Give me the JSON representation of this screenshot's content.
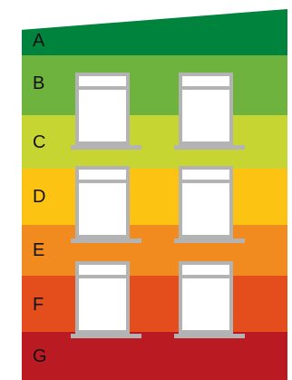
{
  "energy_rating": {
    "bands": [
      {
        "label": "A",
        "color": "#00843d"
      },
      {
        "label": "B",
        "color": "#6fb33f"
      },
      {
        "label": "C",
        "color": "#c6d531"
      },
      {
        "label": "D",
        "color": "#fcc312"
      },
      {
        "label": "E",
        "color": "#f28b1f"
      },
      {
        "label": "F",
        "color": "#e44e1d"
      },
      {
        "label": "G",
        "color": "#ba1a21"
      }
    ]
  },
  "building": {
    "window_color": "#ffffff",
    "window_frame_color": "#b3b3b3"
  }
}
